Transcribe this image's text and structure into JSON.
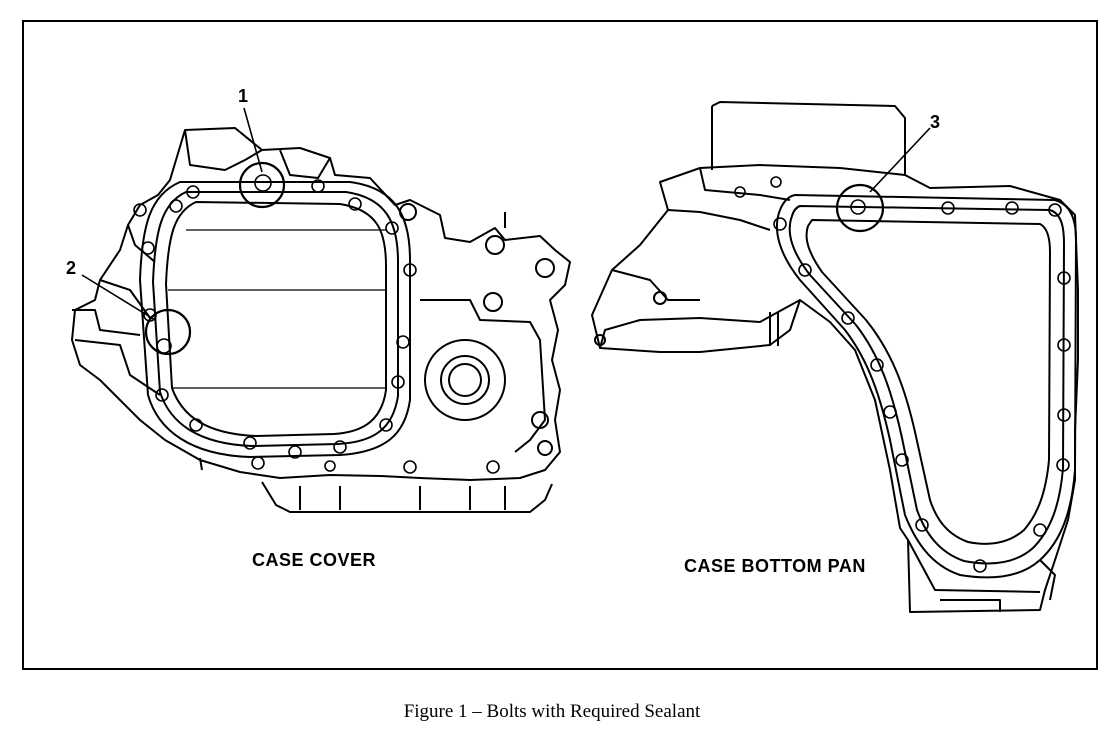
{
  "figure": {
    "caption": "Figure 1 – Bolts with Required Sealant",
    "views": [
      {
        "id": "case-cover",
        "label": "CASE COVER"
      },
      {
        "id": "case-bottom-pan",
        "label": "CASE BOTTOM PAN"
      }
    ],
    "callouts": [
      {
        "number": "1"
      },
      {
        "number": "2"
      },
      {
        "number": "3"
      }
    ]
  }
}
